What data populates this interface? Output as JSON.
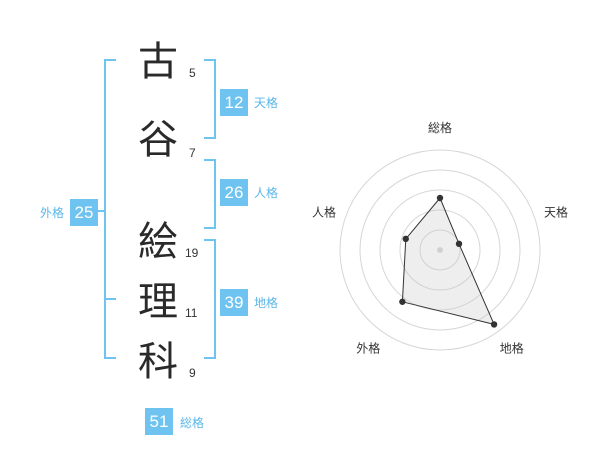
{
  "name": {
    "chars": [
      {
        "kanji": "古",
        "strokes": "5"
      },
      {
        "kanji": "谷",
        "strokes": "7"
      },
      {
        "kanji": "絵",
        "strokes": "19"
      },
      {
        "kanji": "理",
        "strokes": "11"
      },
      {
        "kanji": "科",
        "strokes": "9"
      }
    ]
  },
  "fortune": {
    "tenkaku": {
      "value": "12",
      "label": "天格"
    },
    "jinkaku": {
      "value": "26",
      "label": "人格"
    },
    "chikaku": {
      "value": "39",
      "label": "地格"
    },
    "gaikaku": {
      "value": "25",
      "label": "外格"
    },
    "soukaku": {
      "value": "51",
      "label": "総格"
    }
  },
  "colors": {
    "accent": "#6fc3f1",
    "text": "#2a2a2a"
  },
  "chart_data": {
    "type": "radar",
    "axes": [
      "総格",
      "天格",
      "地格",
      "外格",
      "人格"
    ],
    "values": [
      2.6,
      1,
      4.6,
      3.2,
      1.8
    ],
    "rmax": 5,
    "rings": 5
  }
}
